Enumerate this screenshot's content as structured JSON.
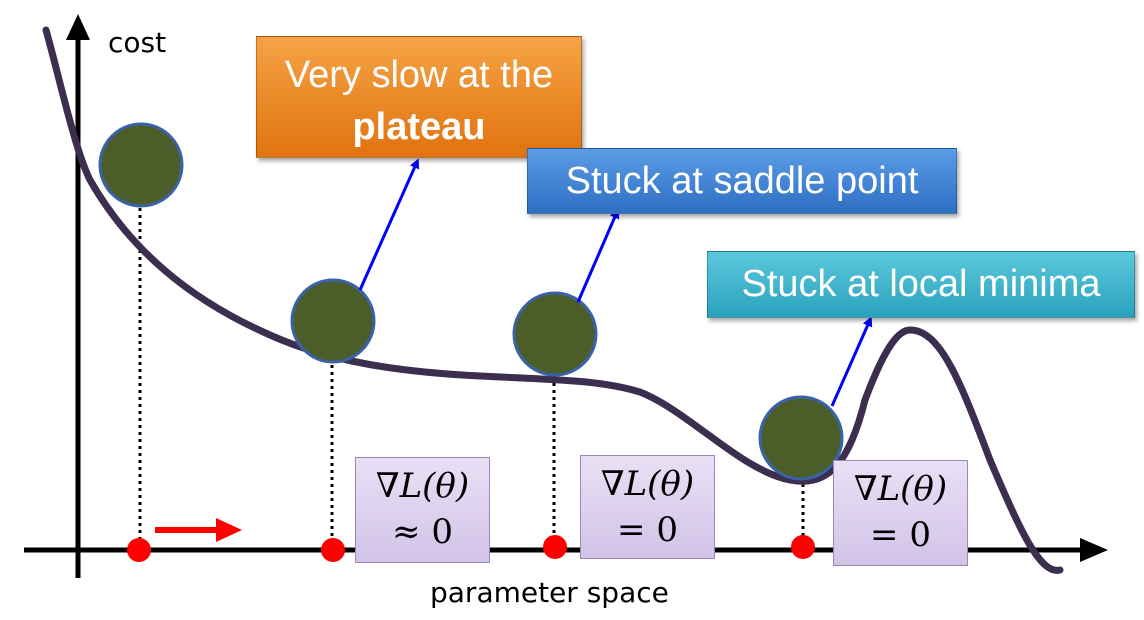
{
  "axes": {
    "y_label": "cost",
    "x_label": "parameter space"
  },
  "callouts": {
    "plateau": {
      "line1": "Very slow at the",
      "line2": "plateau",
      "color": "#ee8a22"
    },
    "saddle": {
      "text": "Stuck at saddle point",
      "color": "#3f80d4"
    },
    "local_minima": {
      "text": "Stuck at local minima",
      "color": "#3bb4cc"
    }
  },
  "gradient_labels": [
    {
      "line1": "∇L(θ)",
      "line2": "≈ 0"
    },
    {
      "line1": "∇L(θ)",
      "line2": "= 0"
    },
    {
      "line1": "∇L(θ)",
      "line2": "= 0"
    }
  ],
  "colors": {
    "curve": "#3b2e4e",
    "ball": "#4b5e2a",
    "ball_border": "#3a62a8",
    "points": "#ff0000",
    "pointer_arrows": "#0000ff",
    "direction_arrow": "#ff0000"
  }
}
